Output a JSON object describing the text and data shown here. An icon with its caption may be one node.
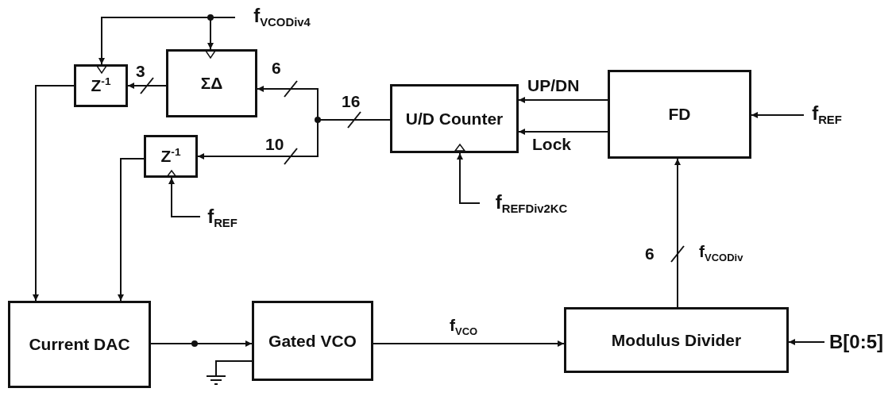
{
  "diagram": {
    "nodes": [
      {
        "text": [
          "Z$^{-1}$"
        ]
      },
      {
        "text": [
          "ΣΔ"
        ]
      },
      {
        "text": [
          "Z$^{-1}$"
        ]
      },
      {
        "text": [
          "U/D Counter"
        ]
      },
      {
        "text": [
          "FD"
        ]
      },
      {
        "text": [
          "Current DAC"
        ]
      },
      {
        "text": [
          "Gated VCO"
        ]
      },
      {
        "text": [
          "Modulus Divider"
        ]
      },
      {
        "text": [
          "f$_{VCODiv4}$"
        ]
      },
      {
        "text": [
          "f$_{REF}$"
        ]
      },
      {
        "text": [
          "f$_{REFDiv2KC}$"
        ]
      },
      {
        "text": [
          "f$_{REF}$"
        ]
      },
      {
        "text": [
          "B[0:5]"
        ]
      }
    ],
    "edges": [
      {
        "from": 8,
        "to": 0,
        "arrow": "to"
      },
      {
        "from": 8,
        "to": 1,
        "arrow": "to"
      },
      {
        "from": 1,
        "to": 0,
        "arrow": "to",
        "label": "3"
      },
      {
        "from": 3,
        "to": 1,
        "arrow": "to",
        "label": "6"
      },
      {
        "from": 3,
        "to": 2,
        "arrow": "to",
        "label": "10"
      },
      {
        "from": 9,
        "to": 2,
        "arrow": "to"
      },
      {
        "from": 0,
        "to": 5,
        "arrow": "to"
      },
      {
        "from": 2,
        "to": 5,
        "arrow": "to"
      },
      {
        "from": 5,
        "to": 6,
        "arrow": "to"
      },
      {
        "from": 6,
        "to": 7,
        "arrow": "to",
        "label": "f$_{VCO}$"
      },
      {
        "from": 7,
        "to": 4,
        "arrow": "to",
        "label": "f$_{VCODiv}$"
      },
      {
        "from": 4,
        "to": 3,
        "arrow": "to",
        "label": "UP/DN"
      },
      {
        "from": 4,
        "to": 3,
        "arrow": "to",
        "label": "Lock"
      },
      {
        "from": 11,
        "to": 4,
        "arrow": "to"
      },
      {
        "from": 10,
        "to": 3,
        "arrow": "to"
      },
      {
        "from": 12,
        "to": 7,
        "arrow": "to"
      }
    ],
    "labels": [
      "16",
      "6"
    ]
  }
}
